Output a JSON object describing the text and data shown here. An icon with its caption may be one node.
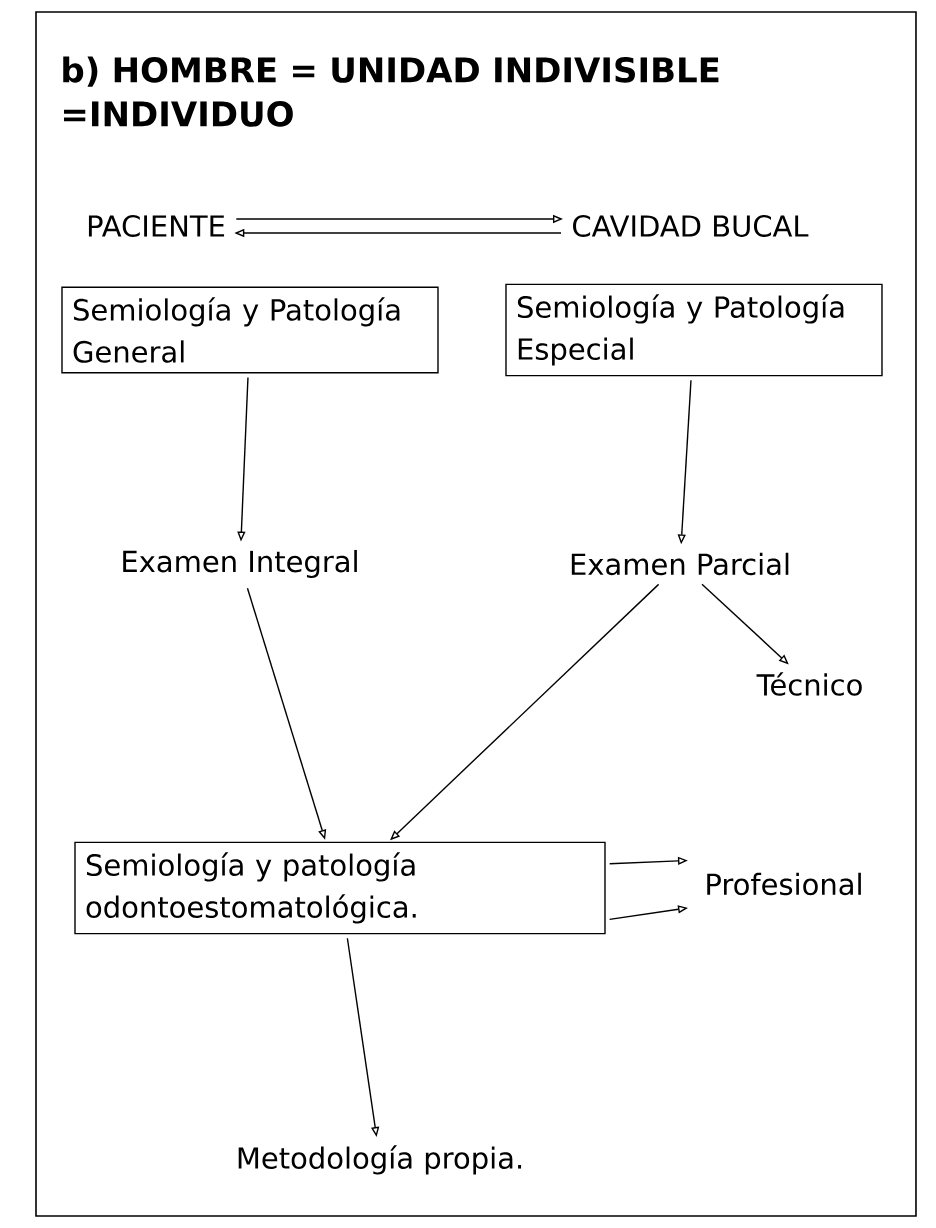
{
  "diagram": {
    "title": "b) HOMBRE = UNIDAD INDIVISIBLE =INDIVIDUO",
    "nodes": [
      {
        "text": [
          "PACIENTE"
        ]
      },
      {
        "text": [
          "CAVIDAD BUCAL"
        ]
      },
      {
        "text": [
          "Semiología y Patología General"
        ]
      },
      {
        "text": [
          "Semiología y Patología Especial"
        ]
      },
      {
        "text": [
          "Examen Integral"
        ]
      },
      {
        "text": [
          "Examen Parcial"
        ]
      },
      {
        "text": [
          "Técnico"
        ]
      },
      {
        "text": [
          "Semiología y patología odontoestomatológica."
        ]
      },
      {
        "text": [
          "Profesional"
        ]
      },
      {
        "text": [
          "Metodología propia."
        ]
      }
    ],
    "edges": [
      {
        "from": 0,
        "to": 1,
        "arrow": "to"
      },
      {
        "from": 1,
        "to": 0,
        "arrow": "to"
      },
      {
        "from": 2,
        "to": 4,
        "arrow": "to"
      },
      {
        "from": 3,
        "to": 5,
        "arrow": "to"
      },
      {
        "from": 4,
        "to": 7,
        "arrow": "to"
      },
      {
        "from": 5,
        "to": 7,
        "arrow": "to"
      },
      {
        "from": 5,
        "to": 6,
        "arrow": "to"
      },
      {
        "from": 7,
        "to": 8,
        "arrow": "to"
      },
      {
        "from": 7,
        "to": 8,
        "arrow": "to"
      },
      {
        "from": 7,
        "to": 9,
        "arrow": "to"
      }
    ]
  }
}
